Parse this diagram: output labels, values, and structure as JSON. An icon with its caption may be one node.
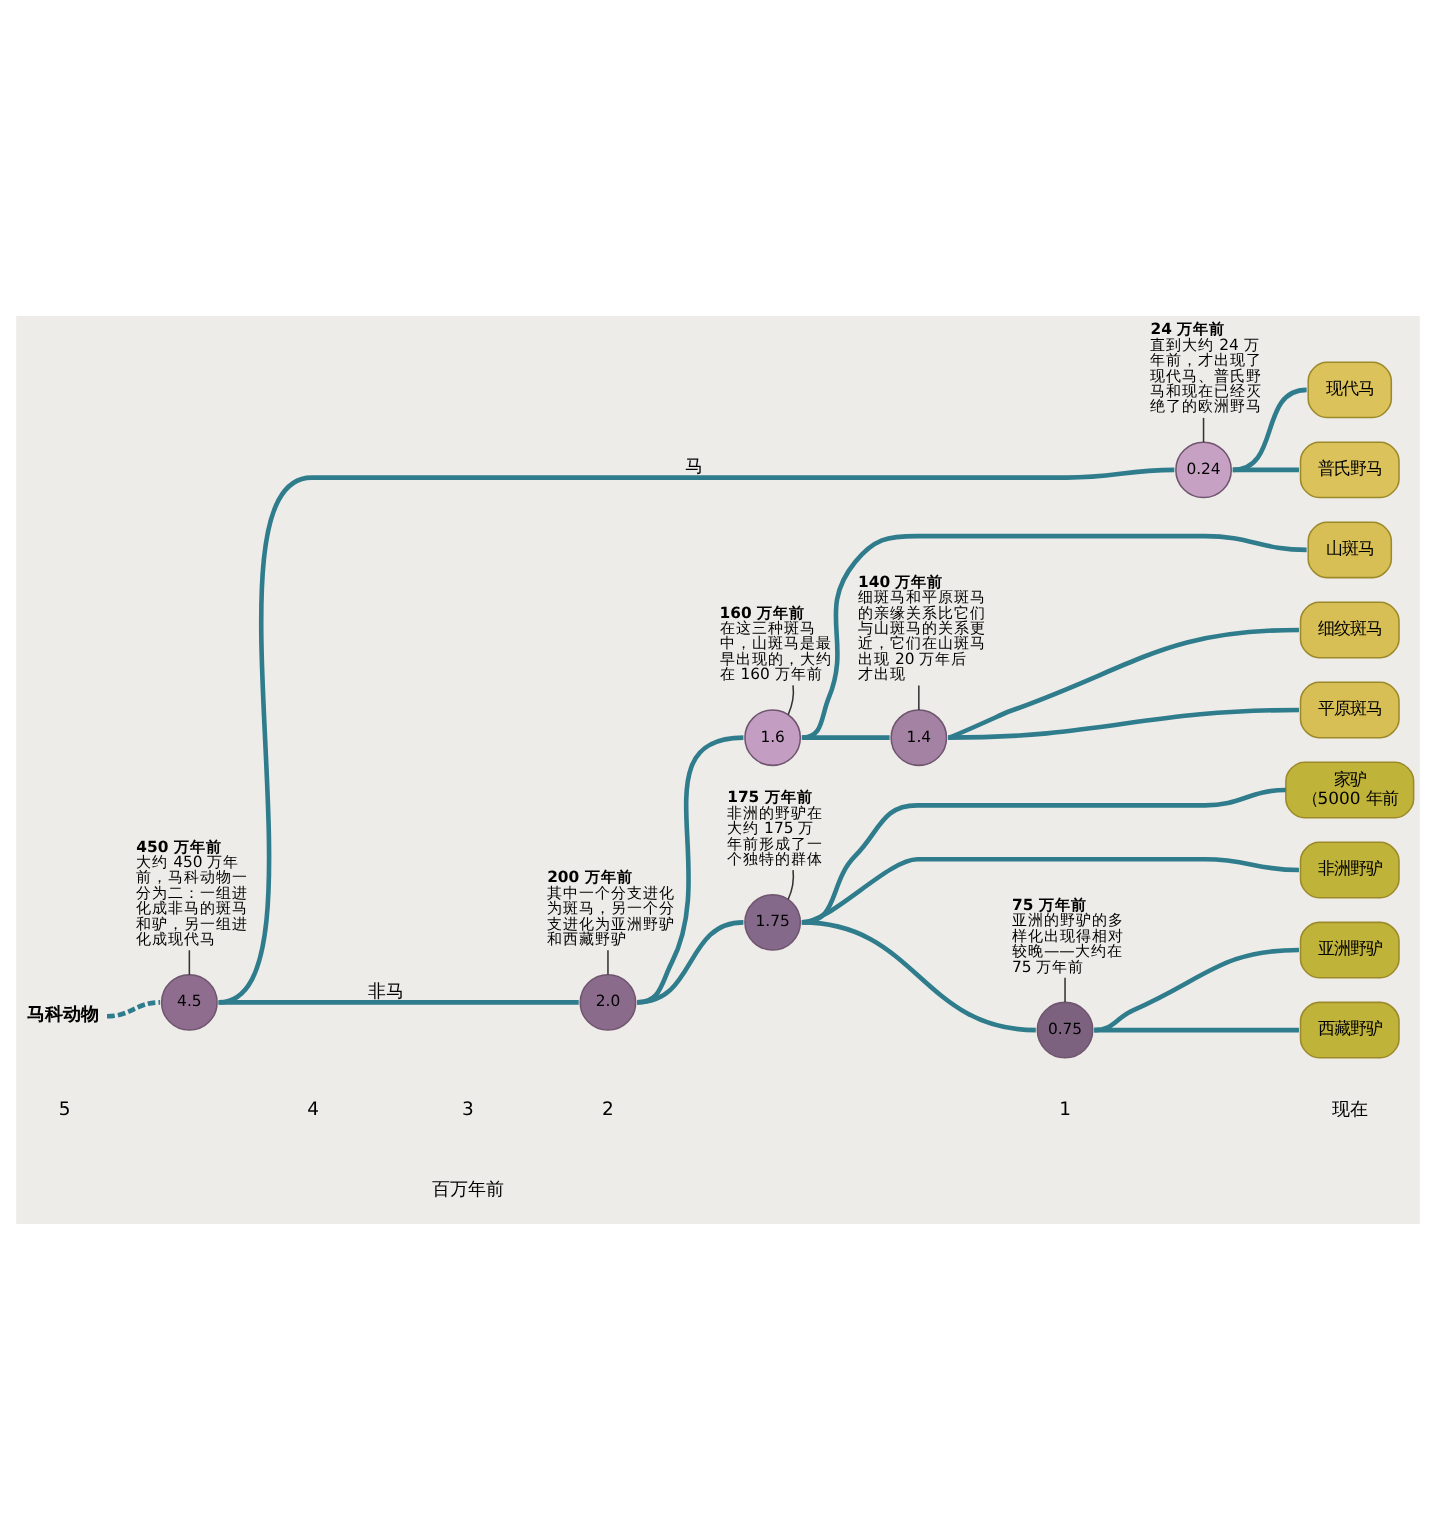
{
  "diagram": {
    "nodes": [
      {
        "text": [
          "24 万年前",
          "直到大约 24 万年前，才出现了现代马、普氏野马和现在已经灭绝了的欧洲野马"
        ]
      },
      {
        "text": [
          "0.24"
        ]
      },
      {
        "text": [
          "现代马"
        ]
      },
      {
        "text": [
          "普氏野马"
        ]
      },
      {
        "text": [
          "160 万年前",
          "在这三种斑马中，山斑马是最早出现的，大约在 160 万年前"
        ]
      },
      {
        "text": [
          "1.6"
        ]
      },
      {
        "text": [
          "山斑马"
        ]
      },
      {
        "text": [
          "马科动物"
        ]
      },
      {
        "text": [
          "4.5"
        ]
      },
      {
        "text": [
          "450 万年前",
          "大约 450 万年前，马科动物一分为二：一组进化成非马的斑马和驴，另一组进化成现代马"
        ]
      },
      {
        "text": [
          "细纹斑马"
        ]
      },
      {
        "text": [
          "1.4"
        ]
      },
      {
        "text": [
          "140 万年前",
          "细斑马和平原斑马的亲缘关系比它们与山斑马的关系更近，它们在山斑马出现 20 万年后才出现"
        ]
      },
      {
        "text": [
          "平原斑马"
        ]
      },
      {
        "text": [
          "2.0"
        ]
      },
      {
        "text": [
          "200 万年前",
          "其中一个分支进化为斑马，另一个分支进化为亚洲野驴和西藏野驴"
        ]
      },
      {
        "text": [
          "家驴",
          "（5000 年前"
        ]
      },
      {
        "text": [
          "非洲野驴"
        ]
      },
      {
        "text": [
          "175 万年前",
          "非洲的野驴在大约 175 万年前形成了一个独特的群体"
        ]
      },
      {
        "text": [
          "1.75"
        ]
      },
      {
        "text": [
          "亚洲野驴"
        ]
      },
      {
        "text": [
          "75 万年前",
          "亚洲的野驴的多样化出现得相对较晚——大约在 75 万年前"
        ]
      },
      {
        "text": [
          "0.75"
        ]
      },
      {
        "text": [
          "西藏野驴"
        ]
      }
    ],
    "edges": [
      {
        "from": 7,
        "to": 8,
        "arrow": "none",
        "style": "dashed"
      },
      {
        "from": 8,
        "to": 1,
        "arrow": "none",
        "label": "马"
      },
      {
        "from": 8,
        "to": 14,
        "arrow": "none",
        "label": "非马"
      },
      {
        "from": 1,
        "to": 2,
        "arrow": "none"
      },
      {
        "from": 1,
        "to": 3,
        "arrow": "none"
      },
      {
        "from": 14,
        "to": 5,
        "arrow": "none"
      },
      {
        "from": 14,
        "to": 19,
        "arrow": "none"
      },
      {
        "from": 5,
        "to": 6,
        "arrow": "none"
      },
      {
        "from": 5,
        "to": 11,
        "arrow": "none"
      },
      {
        "from": 11,
        "to": 10,
        "arrow": "none"
      },
      {
        "from": 11,
        "to": 13,
        "arrow": "none"
      },
      {
        "from": 19,
        "to": 16,
        "arrow": "none"
      },
      {
        "from": 19,
        "to": 17,
        "arrow": "none"
      },
      {
        "from": 19,
        "to": 22,
        "arrow": "none"
      },
      {
        "from": 22,
        "to": 20,
        "arrow": "none"
      },
      {
        "from": 22,
        "to": 23,
        "arrow": "none"
      },
      {
        "from": 9,
        "to": 8,
        "arrow": "none",
        "color": "#333333"
      },
      {
        "from": 0,
        "to": 1,
        "arrow": "none",
        "color": "#333333"
      },
      {
        "from": 4,
        "to": 5,
        "arrow": "none",
        "color": "#333333"
      },
      {
        "from": 12,
        "to": 11,
        "arrow": "none",
        "color": "#333333"
      },
      {
        "from": 15,
        "to": 14,
        "arrow": "none",
        "color": "#333333"
      },
      {
        "from": 18,
        "to": 19,
        "arrow": "none",
        "color": "#333333"
      },
      {
        "from": 21,
        "to": 22,
        "arrow": "none",
        "color": "#333333"
      }
    ],
    "labels": [
      "5",
      "4",
      "3",
      "2",
      "1",
      "现在",
      "百万年前"
    ]
  }
}
